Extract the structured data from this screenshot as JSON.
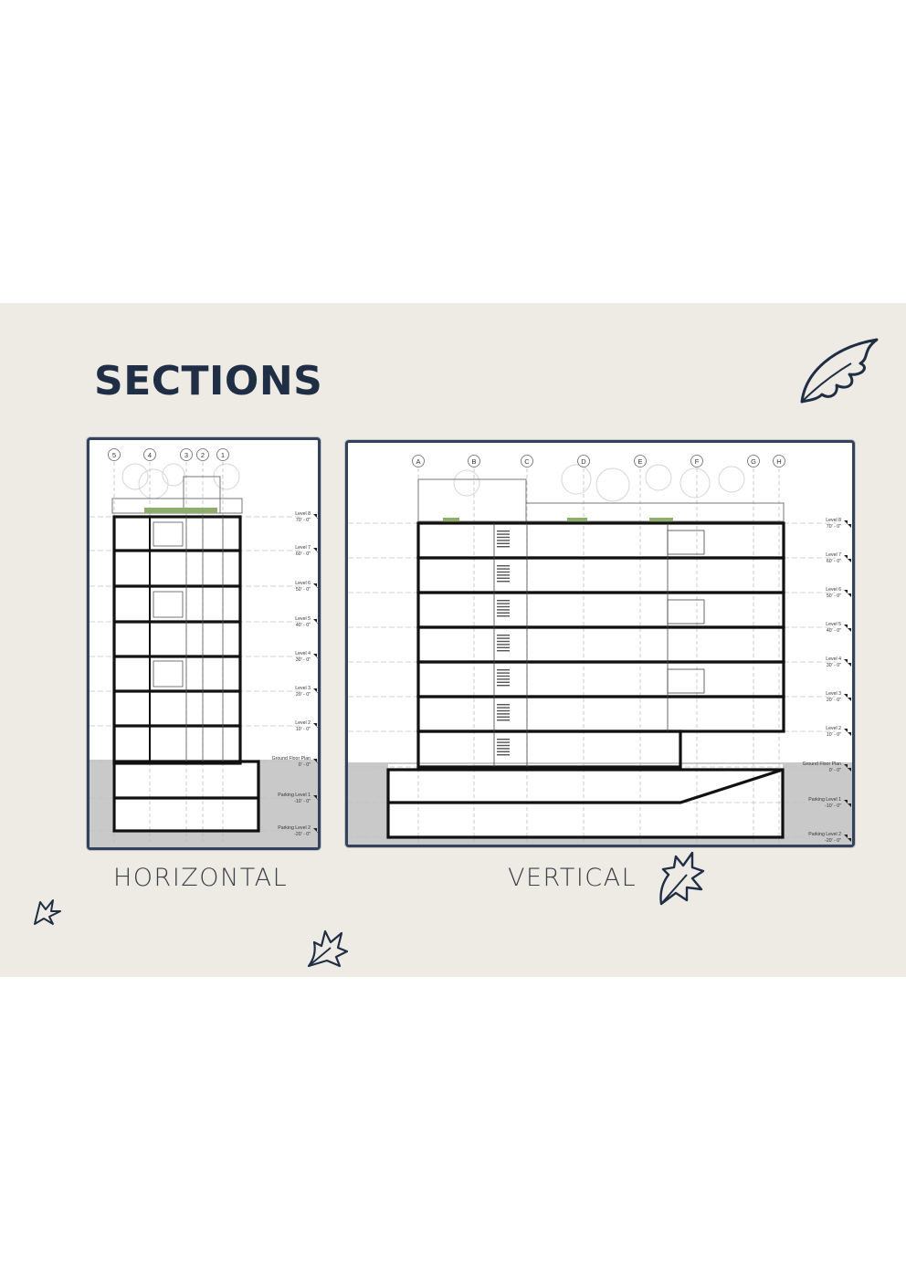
{
  "title": "SECTIONS",
  "captions": {
    "left": "HORIZONTAL",
    "right": "VERTICAL"
  },
  "horizontal": {
    "grid_labels": [
      "5",
      "4",
      "3",
      "2",
      "1"
    ],
    "levels": [
      {
        "name": "Level 8",
        "elev": "70' - 0\""
      },
      {
        "name": "Level 7",
        "elev": "60' - 0\""
      },
      {
        "name": "Level 6",
        "elev": "50' - 0\""
      },
      {
        "name": "Level 5",
        "elev": "40' - 0\""
      },
      {
        "name": "Level 4",
        "elev": "30' - 0\""
      },
      {
        "name": "Level 3",
        "elev": "20' - 0\""
      },
      {
        "name": "Level 2",
        "elev": "10' - 0\""
      },
      {
        "name": "Ground Floor Plan",
        "elev": "0' - 0\""
      },
      {
        "name": "Parking Level 1",
        "elev": "-10' - 0\""
      },
      {
        "name": "Parking Level 2",
        "elev": "-20' - 0\""
      }
    ]
  },
  "vertical": {
    "grid_labels": [
      "A",
      "B",
      "C",
      "D",
      "E",
      "F",
      "G",
      "H"
    ],
    "levels": [
      {
        "name": "Level 8",
        "elev": "70' - 0\""
      },
      {
        "name": "Level 7",
        "elev": "60' - 0\""
      },
      {
        "name": "Level 6",
        "elev": "50' - 0\""
      },
      {
        "name": "Level 5",
        "elev": "40' - 0\""
      },
      {
        "name": "Level 4",
        "elev": "30' - 0\""
      },
      {
        "name": "Level 3",
        "elev": "20' - 0\""
      },
      {
        "name": "Level 2",
        "elev": "10' - 0\""
      },
      {
        "name": "Ground Floor Plan",
        "elev": "0' - 0\""
      },
      {
        "name": "Parking Level 1",
        "elev": "-10' - 0\""
      },
      {
        "name": "Parking Level 2",
        "elev": "-20' - 0\""
      }
    ]
  },
  "colors": {
    "ink": "#1f2d45",
    "background": "#eeebe4",
    "ground": "#c9c9c9",
    "planting": "#8fae6b"
  }
}
